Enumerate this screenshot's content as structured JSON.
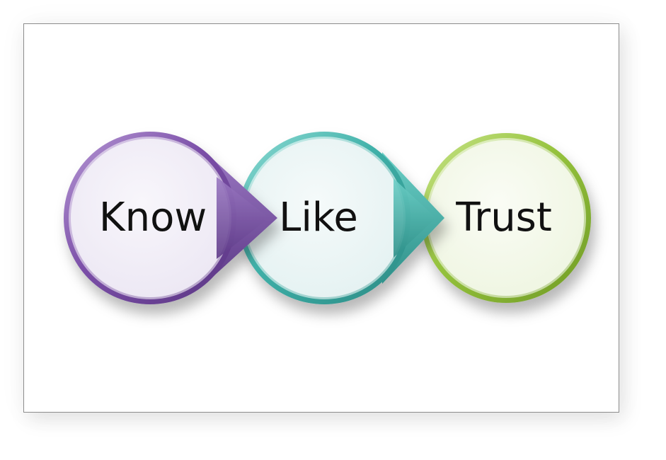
{
  "diagram": {
    "nodes": [
      {
        "label": "Know",
        "ring_color": "#7b4fa8",
        "fill_color": "#f1eef7"
      },
      {
        "label": "Like",
        "ring_color": "#3fb0a8",
        "fill_color": "#ebf5f5"
      },
      {
        "label": "Trust",
        "ring_color": "#95c23d",
        "fill_color": "#f4f8ec"
      }
    ]
  }
}
